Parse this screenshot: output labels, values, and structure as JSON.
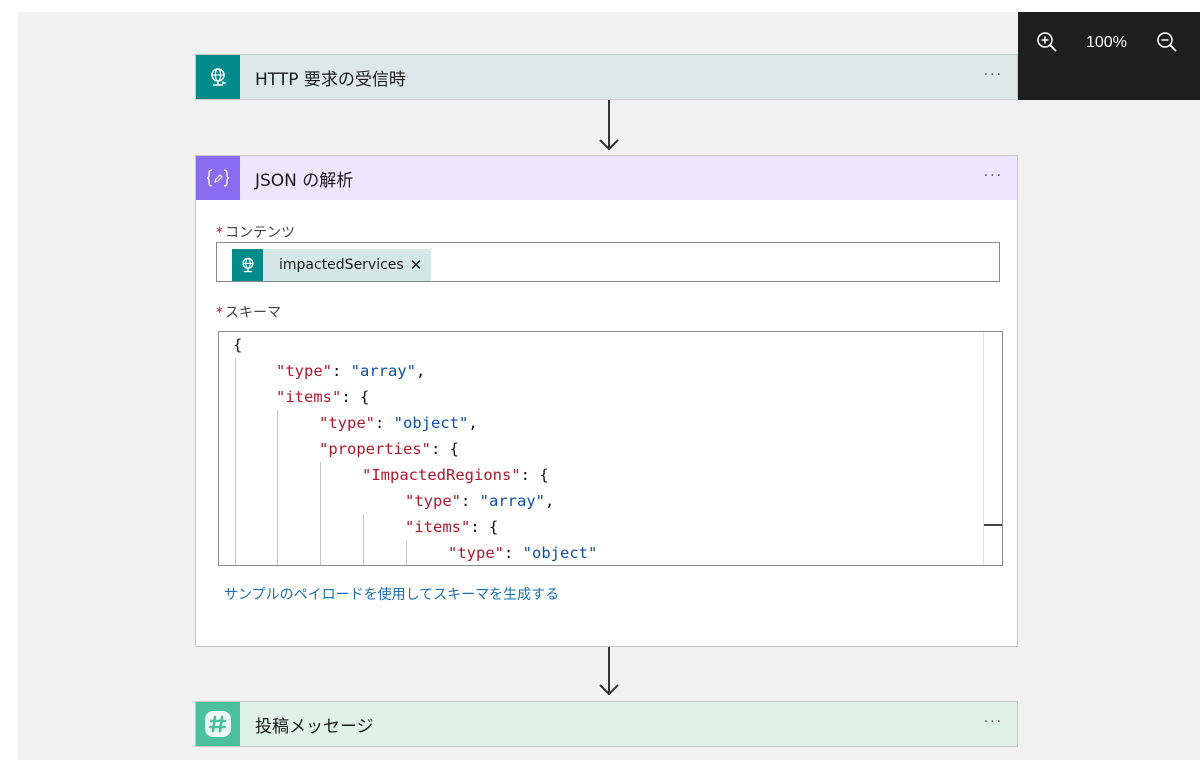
{
  "zoom": {
    "level": "100%",
    "zoom_in_icon": "zoom-in-icon",
    "zoom_out_icon": "zoom-out-icon"
  },
  "steps": {
    "http": {
      "title": "HTTP 要求の受信時",
      "icon": "globe-icon",
      "more": "···",
      "color": "#008b8b"
    },
    "json": {
      "title": "JSON の解析",
      "icon": "braces-icon",
      "more": "···",
      "color": "#8a6cf0",
      "content_label": "コンテンツ",
      "content_required": "*",
      "content_token": {
        "label": "impactedServices",
        "icon": "globe-icon",
        "remove": "✕"
      },
      "schema_label": "スキーマ",
      "schema_required": "*",
      "schema_lines": [
        "{",
        "\"type\": \"array\",",
        "\"items\": {",
        "\"type\": \"object\",",
        "\"properties\": {",
        "\"ImpactedRegions\": {",
        "\"type\": \"array\",",
        "\"items\": {",
        "\"type\": \"object\""
      ],
      "generate_link": "サンプルのペイロードを使用してスキーマを生成する"
    },
    "slack": {
      "title": "投稿メッセージ",
      "icon": "slack-hash-icon",
      "more": "···",
      "color": "#4ac19a"
    }
  }
}
